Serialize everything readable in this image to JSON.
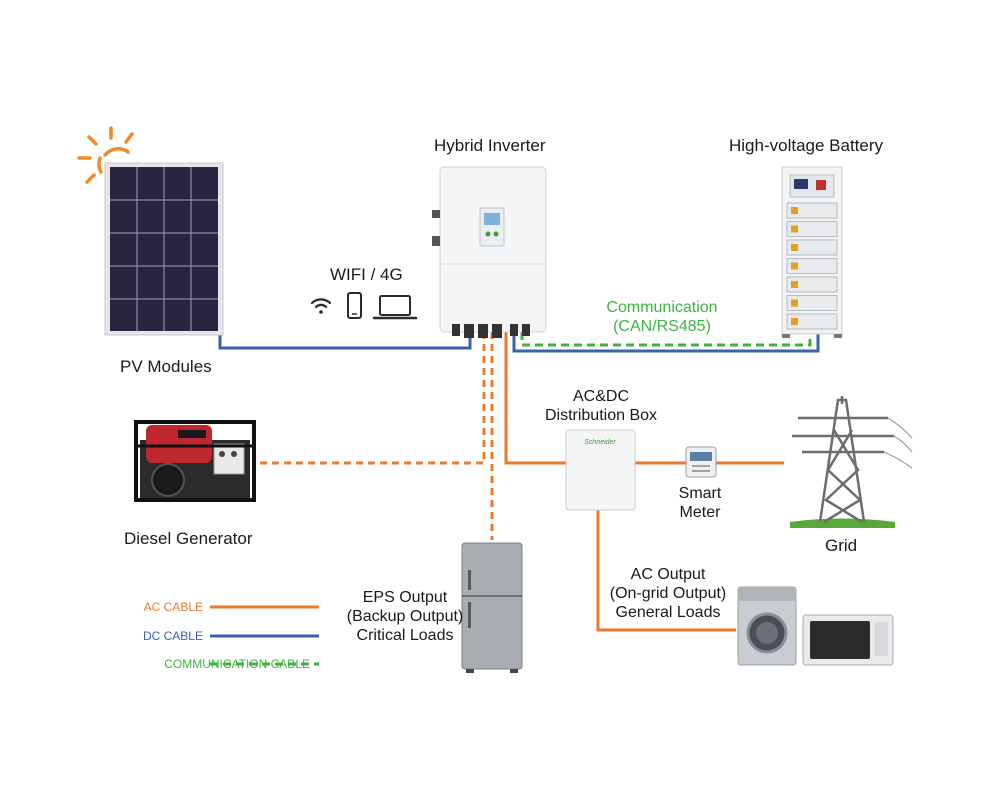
{
  "components": {
    "pv_modules": "PV Modules",
    "hybrid_inverter": "Hybrid Inverter",
    "battery": "High-voltage Battery",
    "wifi": "WIFI / 4G",
    "communication": [
      "Communication",
      "(CAN/RS485)"
    ],
    "distribution_box": [
      "AC&DC",
      "Distribution Box"
    ],
    "diesel_generator": "Diesel Generator",
    "smart_meter": [
      "Smart",
      "Meter"
    ],
    "grid": "Grid",
    "eps_output": [
      "EPS Output",
      "(Backup Output)",
      "Critical Loads"
    ],
    "ac_output": [
      "AC Output",
      "(On-grid Output)",
      "General Loads"
    ]
  },
  "legend": [
    {
      "label": "AC CABLE",
      "color": "#ea7a2c",
      "style": "solid"
    },
    {
      "label": "DC CABLE",
      "color": "#3a63ad",
      "style": "solid"
    },
    {
      "label": "COMMUNICATION CABLE",
      "color": "#3eb440",
      "style": "dashed"
    }
  ],
  "colors": {
    "ac": "#ea7a2c",
    "dc": "#3a63ad",
    "comm": "#3eb440",
    "sun": "#f08a2a"
  },
  "icons": [
    "sun-icon",
    "solar-panel-icon",
    "inverter-icon",
    "battery-rack-icon",
    "wifi-icon",
    "phone-icon",
    "laptop-icon",
    "generator-icon",
    "distribution-box-icon",
    "smart-meter-icon",
    "pylon-icon",
    "refrigerator-icon",
    "washing-machine-icon",
    "microwave-icon"
  ]
}
